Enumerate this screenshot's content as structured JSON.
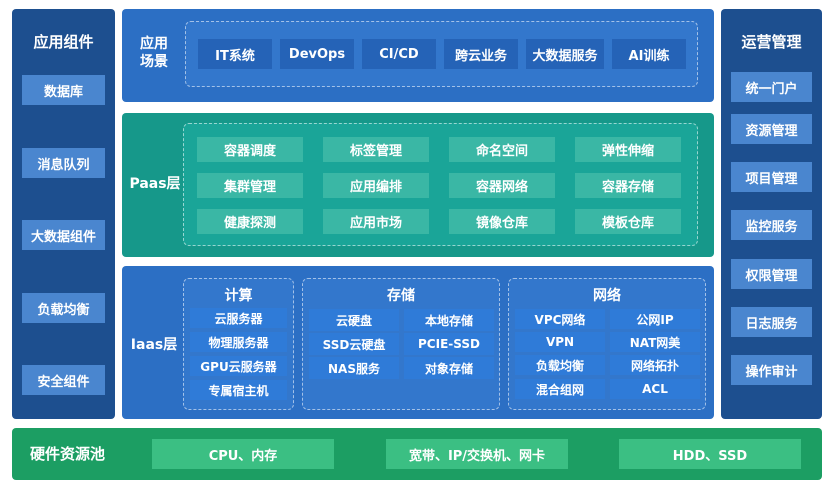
{
  "left": {
    "title": "应用组件",
    "items": [
      "数据库",
      "消息队列",
      "大数据组件",
      "负载均衡",
      "安全组件"
    ]
  },
  "right": {
    "title": "运营管理",
    "items": [
      "统一门户",
      "资源管理",
      "项目管理",
      "监控服务",
      "权限管理",
      "日志服务",
      "操作审计"
    ]
  },
  "scene": {
    "label_line1": "应用",
    "label_line2": "场景",
    "items": [
      "IT系统",
      "DevOps",
      "CI/CD",
      "跨云业务",
      "大数据服务",
      "AI训练"
    ]
  },
  "paas": {
    "label": "Paas层",
    "items": [
      "容器调度",
      "标签管理",
      "命名空间",
      "弹性伸缩",
      "集群管理",
      "应用编排",
      "容器网络",
      "容器存储",
      "健康探测",
      "应用市场",
      "镜像仓库",
      "模板仓库"
    ]
  },
  "iaas": {
    "label": "Iaas层",
    "compute": {
      "title": "计算",
      "items": [
        "云服务器",
        "物理服务器",
        "GPU云服务器",
        "专属宿主机"
      ]
    },
    "storage": {
      "title": "存储",
      "items": [
        "云硬盘",
        "本地存储",
        "SSD云硬盘",
        "PCIE-SSD",
        "NAS服务",
        "对象存储"
      ]
    },
    "network": {
      "title": "网络",
      "items": [
        "VPC网络",
        "公网IP",
        "VPN",
        "NAT网美",
        "负载均衡",
        "网络拓扑",
        "混合组网",
        "ACL"
      ]
    }
  },
  "hardware": {
    "label": "硬件资源池",
    "items": [
      "CPU、内存",
      "宽带、IP/交换机、网卡",
      "HDD、SSD"
    ]
  }
}
